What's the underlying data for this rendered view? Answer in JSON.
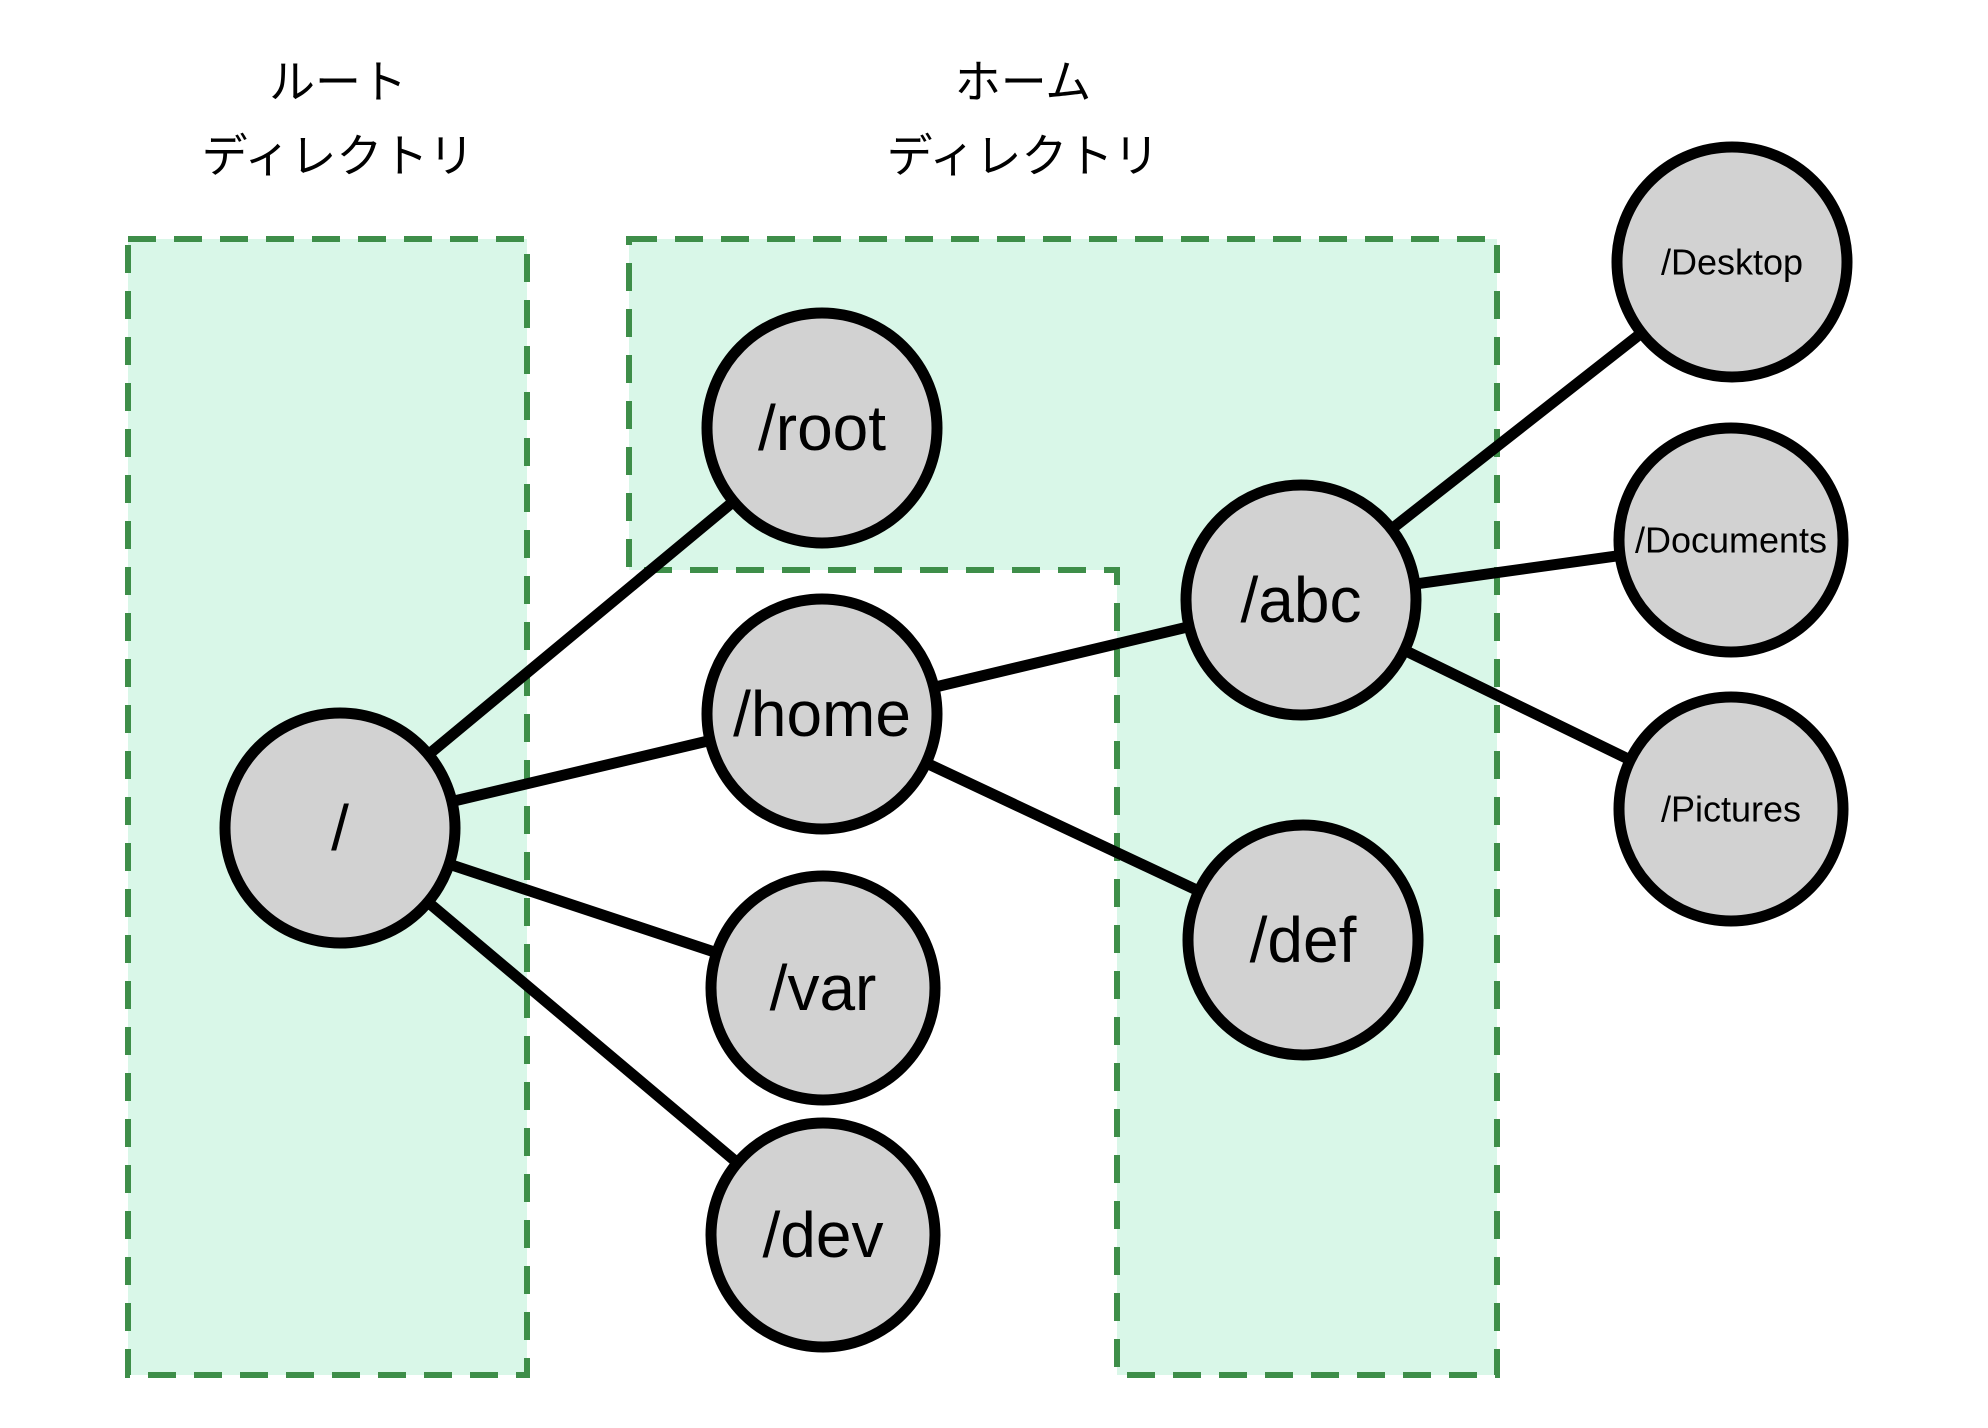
{
  "labels": {
    "root_directory": {
      "line1": "ルート",
      "line2": "ディレクトリ"
    },
    "home_directory": {
      "line1": "ホーム",
      "line2": "ディレクトリ"
    }
  },
  "nodes": {
    "slash": "/",
    "root": "/root",
    "home": "/home",
    "var": "/var",
    "dev": "/dev",
    "abc": "/abc",
    "def": "/def",
    "desktop": "/Desktop",
    "documents": "/Documents",
    "pictures": "/Pictures"
  },
  "edges": [
    "/ - /root",
    "/ - /home",
    "/ - /var",
    "/ - /dev",
    "/home - /abc",
    "/home - /def",
    "/abc - /Desktop",
    "/abc - /Documents",
    "/abc - /Pictures"
  ],
  "colors": {
    "background": "#ffffff",
    "region_fill": "#d9f7e8",
    "region_border": "#3e8e49",
    "node_fill": "#d2d2d2",
    "node_border": "#000000",
    "edge": "#000000",
    "text": "#000000"
  }
}
